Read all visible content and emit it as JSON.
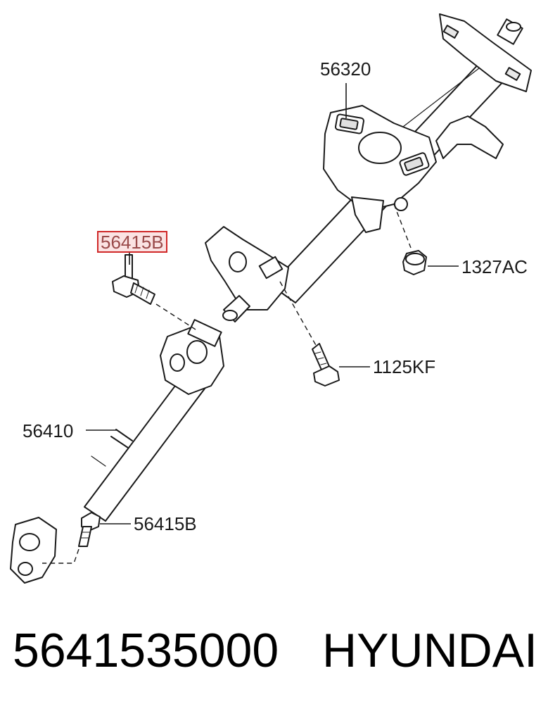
{
  "callouts": {
    "c56320": "56320",
    "c56415b_top": "56415B",
    "c1327ac": "1327AC",
    "c1125kf": "1125KF",
    "c56410": "56410",
    "c56415b_bottom": "56415B"
  },
  "highlight_color": "#d02828",
  "footer": {
    "part_number": "5641535000",
    "brand": "HYUNDAI"
  }
}
